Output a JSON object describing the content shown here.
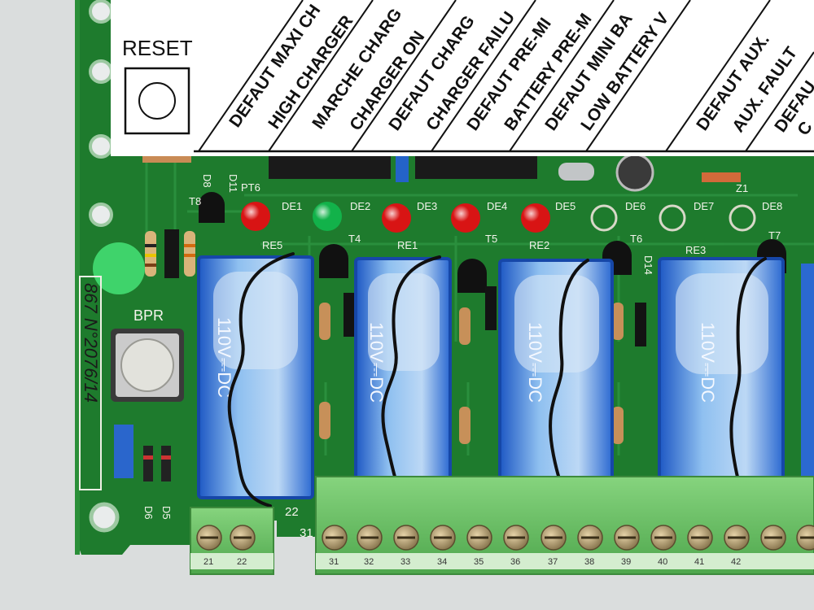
{
  "label": {
    "reset_title": "RESET",
    "channels": [
      {
        "fr": "DEFAUT MAXI CH",
        "en": "HIGH CHARGER"
      },
      {
        "fr": "MARCHE CHARG",
        "en": "CHARGER ON"
      },
      {
        "fr": "DEFAUT CHARG",
        "en": "CHARGER FAILU"
      },
      {
        "fr": "DEFAUT PRE-MI",
        "en": "BATTERY PRE-M"
      },
      {
        "fr": "DEFAUT MINI BA",
        "en": "LOW BATTERY V"
      },
      {
        "fr": "DEFAUT AUX.",
        "en": "AUX. FAULT"
      },
      {
        "fr": "DEFAU",
        "en": "C"
      }
    ]
  },
  "board": {
    "top_refs": [
      "PT6",
      "DE1",
      "DE2",
      "DE3",
      "DE4",
      "DE5",
      "DE6",
      "DE7",
      "DE8",
      "Z1"
    ],
    "relay_refs": [
      "RE5",
      "RE1",
      "RE2",
      "RE3"
    ],
    "transistor_refs": [
      "T8",
      "T4",
      "T5",
      "T6",
      "T7"
    ],
    "diode_refs": [
      "D8",
      "D11",
      "D14"
    ],
    "button_ref": "BPR",
    "relay_rating": "110V⎓DC",
    "handwritten_serial": "867 N°2076/14",
    "terminal_numbers": [
      "21",
      "22",
      "31",
      "32",
      "33",
      "34",
      "35",
      "36",
      "37",
      "38",
      "39",
      "40",
      "41",
      "42"
    ],
    "block_labels": [
      "22",
      "31"
    ],
    "lower_refs": [
      "D6",
      "D5"
    ],
    "leds": [
      {
        "ref": "DE1",
        "color": "#d81414"
      },
      {
        "ref": "DE2",
        "color": "#12b24a"
      },
      {
        "ref": "DE3",
        "color": "#d81414"
      },
      {
        "ref": "DE4",
        "color": "#d81414"
      },
      {
        "ref": "DE5",
        "color": "#d81414"
      },
      {
        "ref": "DE6",
        "color": "#d8d8c8"
      },
      {
        "ref": "DE7",
        "color": "#d8d8c8"
      },
      {
        "ref": "DE8",
        "color": "#d8d8c8"
      }
    ]
  },
  "colors": {
    "pcb": "#1c7a2c",
    "relay": "#2c6fd6",
    "terminal": "#6dc46a",
    "label_bg": "#ffffff"
  }
}
